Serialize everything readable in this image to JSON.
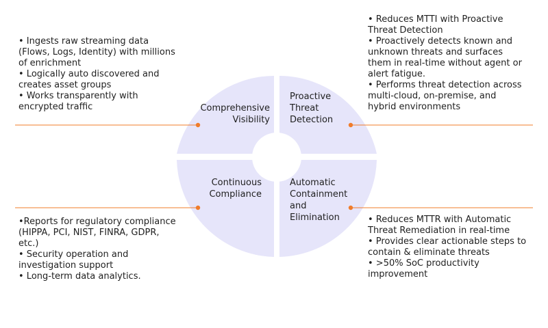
{
  "colors": {
    "quadrant": "#e6e5fa",
    "connector": "#f07c2a",
    "text": "#1f1f1f"
  },
  "quadrants": {
    "top_left": {
      "lines": [
        "Comprehensive",
        "Visibility"
      ]
    },
    "top_right": {
      "lines": [
        "Proactive",
        "Threat",
        "Detection"
      ]
    },
    "bottom_left": {
      "lines": [
        "Continuous",
        "Compliance"
      ]
    },
    "bottom_right": {
      "lines": [
        "Automatic",
        "Containment",
        "and",
        "Elimination"
      ]
    }
  },
  "panels": {
    "top_left": {
      "lines": [
        "• Ingests raw streaming data",
        "(Flows, Logs, Identity) with millions",
        "of enrichment",
        "• Logically auto discovered and",
        "creates asset groups",
        "• Works transparently with",
        "encrypted traffic"
      ]
    },
    "top_right": {
      "lines": [
        "• Reduces MTTI with Proactive",
        "Threat Detection",
        "• Proactively detects known and",
        "unknown threats and surfaces",
        "them in real-time without agent or",
        "alert fatigue.",
        "• Performs threat detection across",
        "multi-cloud, on-premise, and",
        "hybrid environments"
      ]
    },
    "bottom_left": {
      "lines": [
        "•Reports for regulatory compliance",
        "(HIPPA, PCI, NIST, FINRA, GDPR,",
        "etc.)",
        "• Security operation and",
        "investigation support",
        "• Long-term data analytics."
      ]
    },
    "bottom_right": {
      "lines": [
        "• Reduces MTTR with Automatic",
        "Threat Remediation in real-time",
        "• Provides clear actionable steps to",
        "contain & eliminate threats",
        "• >50% SoC productivity",
        "improvement"
      ]
    }
  }
}
